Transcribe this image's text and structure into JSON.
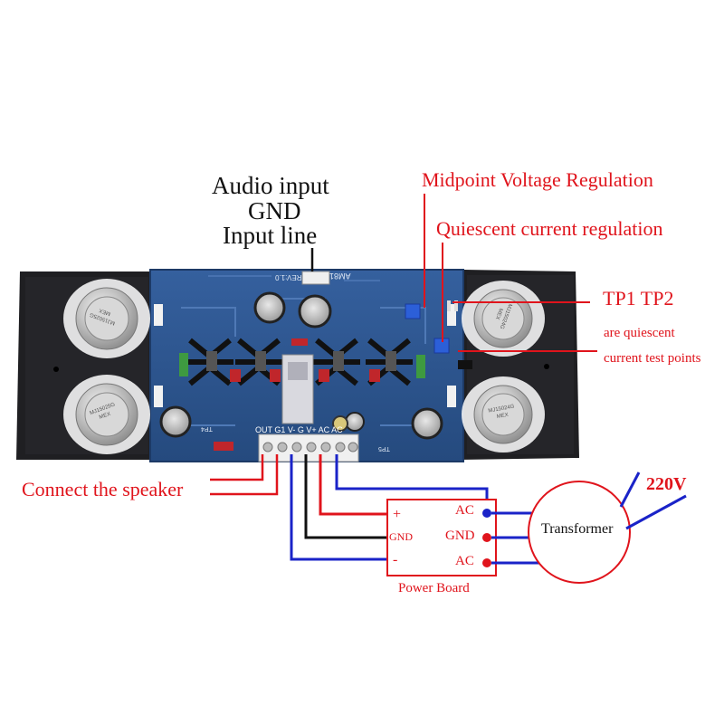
{
  "labels": {
    "audio_input": "Audio input",
    "gnd_top": "GND",
    "input_line": "Input line",
    "midpoint": "Midpoint Voltage Regulation",
    "quiescent": "Quiescent current regulation",
    "tp": "TP1 TP2",
    "tp_note_1": "are quiescent",
    "tp_note_2": "current test points",
    "speaker": "Connect the speaker",
    "voltage": "220V",
    "transformer": "Transformer",
    "power_board": "Power Board"
  },
  "power_board": {
    "plus": "+",
    "gnd": "GND",
    "minus": "-",
    "ac_top": "AC",
    "gnd_right": "GND",
    "ac_bottom": "AC"
  },
  "board_silkscreen": {
    "model": "AM81",
    "rev": "REV:1.0",
    "pins": "OUT  G1  V-  G  V+  AC  AC",
    "tp4": "TP4",
    "tp5": "TP5",
    "transistor_top_left": "MJ15025G",
    "transistor_bottom_left": "MJ15025G",
    "transistor_top_right": "MJ15024G",
    "transistor_bottom_right": "MJ15024G",
    "transistor_origin": "MEX"
  },
  "colors": {
    "annotation_red": "#e0141c",
    "wire_blue": "#1a23c8",
    "wire_black": "#111111",
    "pcb_blue": "#2b4f86",
    "heatsink": "#1c1c1f"
  }
}
